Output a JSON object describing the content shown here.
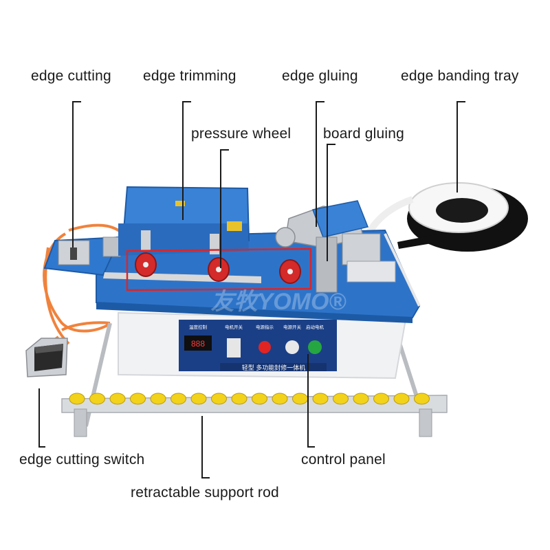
{
  "labels": {
    "edge_cutting": "edge cutting",
    "edge_trimming": "edge trimming",
    "edge_gluing": "edge gluing",
    "edge_banding_tray": "edge banding tray",
    "pressure_wheel": "pressure wheel",
    "board_gluing": "board gluing",
    "edge_cutting_switch": "edge cutting switch",
    "control_panel": "control panel",
    "retractable_support_rod": "retractable support rod"
  },
  "machine": {
    "watermark": "友牧YOMO®",
    "panel_caption": "轻型 多功能封修一体机",
    "panel_headings": [
      "温度控制",
      "电机开关",
      "电源指示",
      "电源开关",
      "启动电机"
    ],
    "temp_readout": "888"
  },
  "colors": {
    "machine_blue": "#2d74c9",
    "machine_blue_dark": "#1d5aa6",
    "panel_navy": "#1b3f86",
    "cable_orange": "#f0823c",
    "wheel_red": "#d42a2a",
    "roller_yellow": "#f2d21a",
    "highlight_red": "#d9262a",
    "leader_line": "#1a1a1a"
  }
}
